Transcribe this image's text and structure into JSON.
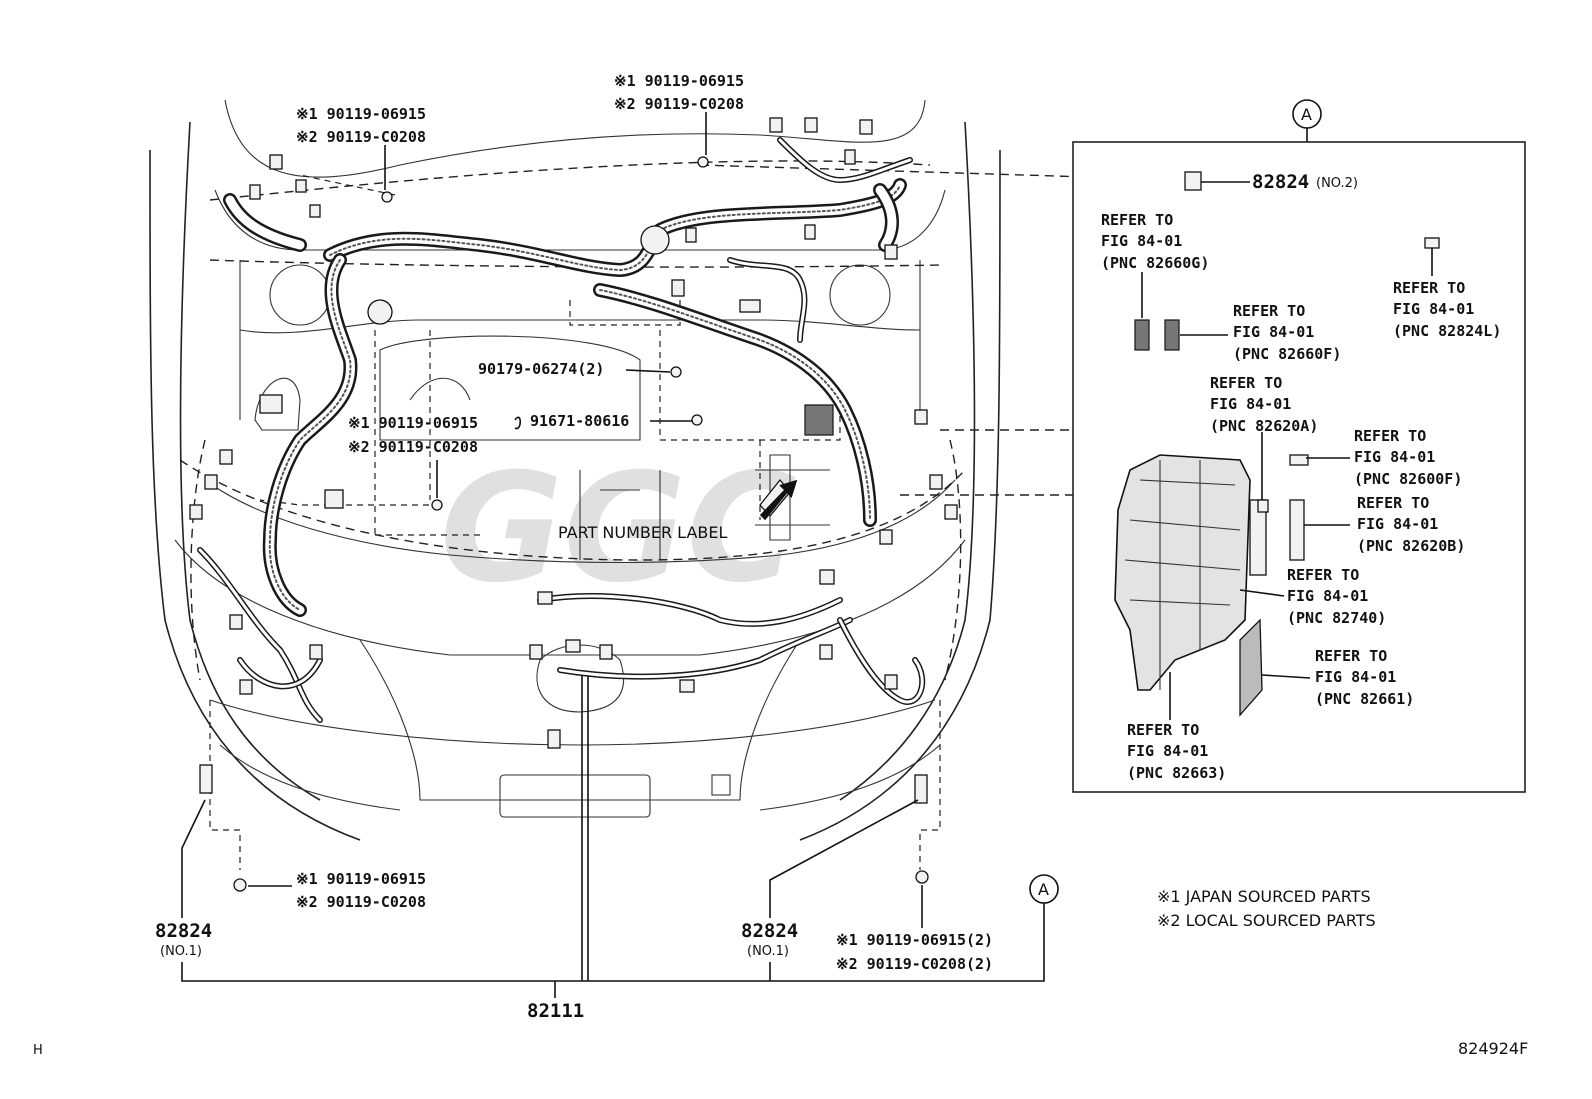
{
  "callout_marker": "A",
  "bolts": {
    "top_left": {
      "line1": "※1 90119-06915",
      "line2": "※2 90119-C0208"
    },
    "top_center": {
      "line1": "※1 90119-06915",
      "line2": "※2 90119-C0208"
    },
    "mid_left": {
      "line1": "※1 90119-06915",
      "line2": "※2 90119-C0208"
    },
    "bottom_left": {
      "line1": "※1 90119-06915",
      "line2": "※2 90119-C0208"
    },
    "bottom_right": {
      "line1": "※1 90119-06915(2)",
      "line2": "※2 90119-C0208(2)"
    }
  },
  "parts": {
    "clip_90179": "90179-06274(2)",
    "bolt_91671": "91671-80616",
    "part_number_label": "PART NUMBER LABEL",
    "harness": "82111",
    "bracket_left": {
      "pn": "82824",
      "sub": "(NO.1)"
    },
    "bracket_right": {
      "pn": "82824",
      "sub": "(NO.1)"
    }
  },
  "inset": {
    "marker": "A",
    "bracket_no2": {
      "pn": "82824",
      "sub": "(NO.2)"
    },
    "refs": [
      {
        "line1": "REFER TO",
        "line2": "FIG 84-01",
        "line3": "(PNC 82660G)"
      },
      {
        "line1": "REFER TO",
        "line2": "FIG 84-01",
        "line3": "(PNC 82824L)"
      },
      {
        "line1": "REFER TO",
        "line2": "FIG 84-01",
        "line3": "(PNC 82660F)"
      },
      {
        "line1": "REFER TO",
        "line2": "FIG 84-01",
        "line3": "(PNC 82620A)"
      },
      {
        "line1": "REFER TO",
        "line2": "FIG 84-01",
        "line3": "(PNC 82600F)"
      },
      {
        "line1": "REFER TO",
        "line2": "FIG 84-01",
        "line3": "(PNC 82620B)"
      },
      {
        "line1": "REFER TO",
        "line2": "FIG 84-01",
        "line3": "(PNC 82740)"
      },
      {
        "line1": "REFER TO",
        "line2": "FIG 84-01",
        "line3": "(PNC 82661)"
      },
      {
        "line1": "REFER TO",
        "line2": "FIG 84-01",
        "line3": "(PNC 82663)"
      }
    ]
  },
  "notes": {
    "note1": "※1 JAPAN SOURCED PARTS",
    "note2": "※2 LOCAL SOURCED PARTS"
  },
  "footer": {
    "left": "H",
    "right": "824924F"
  },
  "watermark": "GGC"
}
